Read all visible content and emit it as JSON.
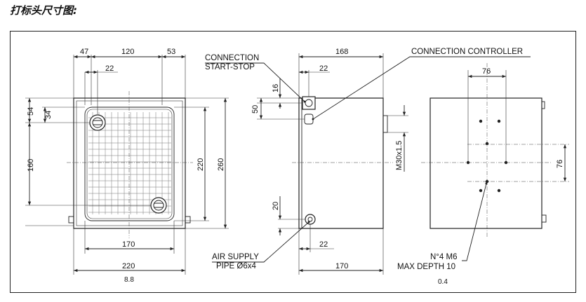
{
  "header": {
    "title": "打标头尺寸图:"
  },
  "front_view": {
    "dims": {
      "top_left": "47",
      "top_mid": "120",
      "top_right": "53",
      "inner": "22",
      "left_54": "54",
      "left_34": "34",
      "left_160": "160",
      "right_220": "220",
      "right_260": "260",
      "bottom_170": "170",
      "bottom_220": "220"
    },
    "stray_label": "8.8"
  },
  "side_view": {
    "dims": {
      "top_168": "168",
      "top_22": "22",
      "left_16": "16",
      "left_50": "50",
      "left_20": "20",
      "bottom_22": "22",
      "bottom_170": "170",
      "thread": "M30x1.5"
    },
    "callouts": {
      "connection_start_stop_1": "CONNECTION",
      "connection_start_stop_2": "START-STOP",
      "connection_controller": "CONNECTION CONTROLLER",
      "air_supply_1": "AIR SUPPLY",
      "air_supply_2": "PIPE Ø6x4"
    }
  },
  "back_view": {
    "dims": {
      "top_76": "76",
      "right_76": "76"
    },
    "callouts": {
      "holes_1": "N°4 M6",
      "holes_2": "MAX DEPTH 10"
    },
    "stray_label": "0.4"
  }
}
